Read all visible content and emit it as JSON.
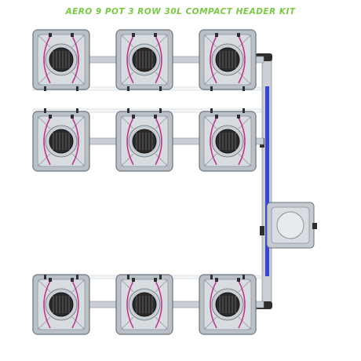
{
  "title": "AERO 9 POT 3 ROW 30L COMPACT HEADER KIT",
  "colors": {
    "title": "#7ac943",
    "pot_body": "#b9c0c8",
    "pot_edge": "#6d747b",
    "pot_top": "#d7dce1",
    "basket": "#2b2b2b",
    "hose": "#c0398f",
    "pipe": "#c9cfd5",
    "feed_line": "#3546d6",
    "header_tank": "#c4cad0"
  },
  "layout": {
    "rows": 3,
    "pots_per_row": 3
  },
  "icons": [
    "pot-icon",
    "header-tank-icon",
    "feed-pipe-icon"
  ]
}
